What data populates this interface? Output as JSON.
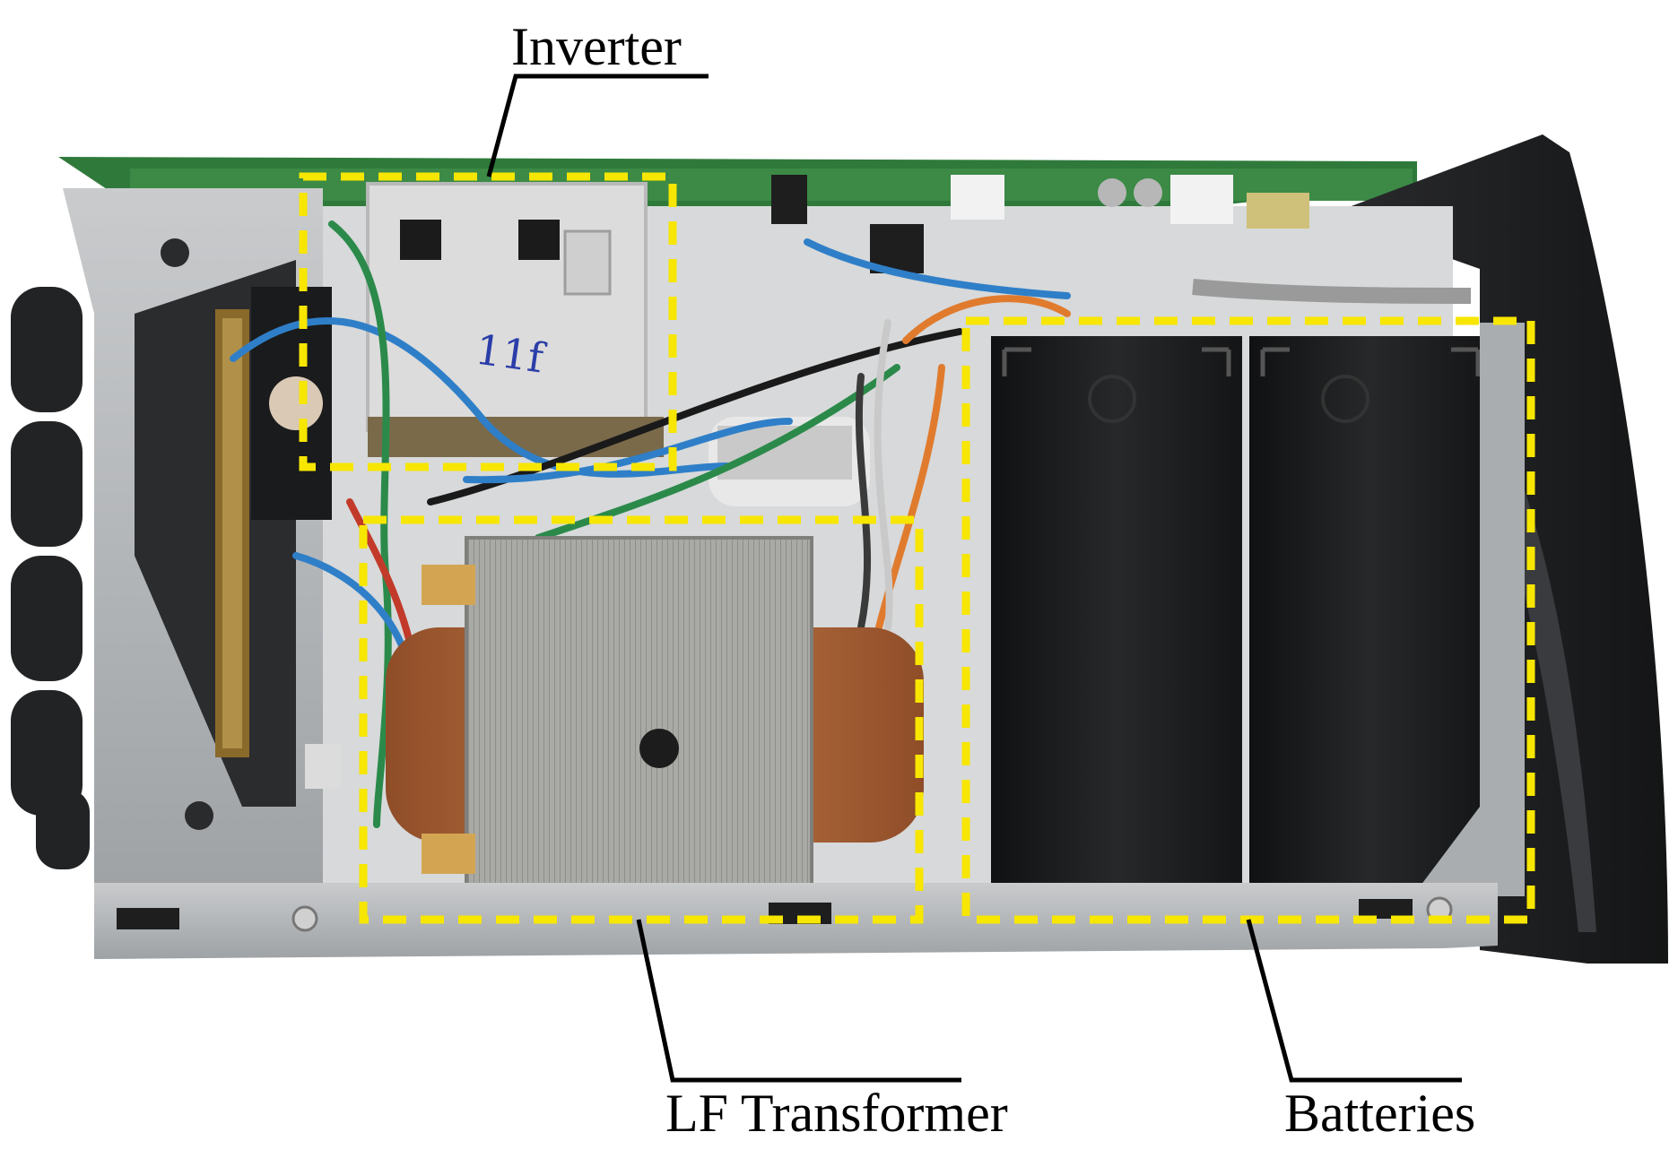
{
  "labels": {
    "inverter": "Inverter",
    "transformer": "LF Transformer",
    "batteries": "Batteries"
  },
  "handwriting": "11f",
  "colors": {
    "highlight_box": "#f7e600",
    "leader_line": "#000000",
    "chassis": "#b9bcbe",
    "pcb": "#2f7a3b",
    "battery": "#1c1d1f",
    "transformer_core": "#a7a7a3",
    "transformer_winding": "#b86b3d",
    "enclosure": "#1e1f21"
  }
}
